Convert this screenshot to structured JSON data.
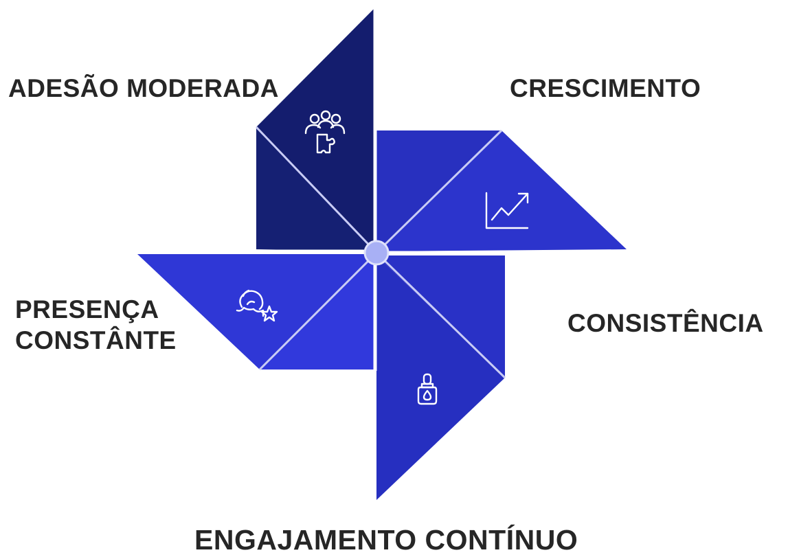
{
  "labels": {
    "top_left": "ADESÃO MODERADA",
    "top_right": "CRESCIMENTO",
    "left_line1": "PRESENÇA",
    "left_line2": "CONSTÂNTE",
    "right": "CONSISTÊNCIA",
    "bottom": "ENGAJAMENTO CONTÍNUO"
  },
  "icons": {
    "top_left": "people-puzzle-icon",
    "top_right": "growth-chart-icon",
    "left": "lion-star-icon",
    "bottom": "dropper-bottle-icon"
  },
  "colors": {
    "blade_top": "#141d6e",
    "blade_right": "#2a31c9",
    "blade_left": "#2f37d8",
    "blade_bottom": "#2832c4",
    "divider": "#c9ccf5",
    "hub": "#a8b0f5",
    "text": "#262626"
  }
}
